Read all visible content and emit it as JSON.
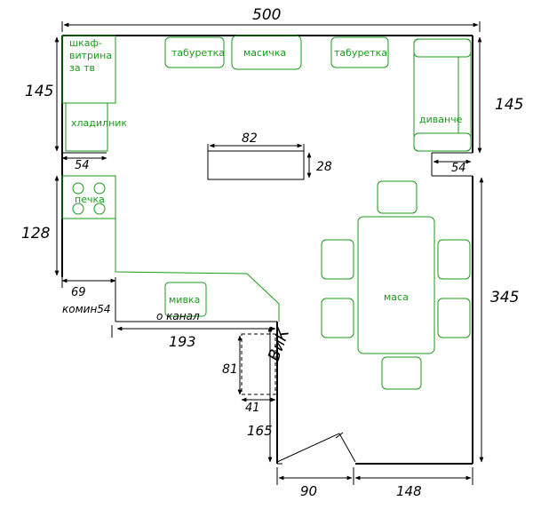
{
  "dimensions": {
    "top_width": "500",
    "left_upper": "145",
    "right_upper": "145",
    "fridge_width": "54",
    "sofa_depth": "54",
    "beam_length": "82",
    "beam_depth": "28",
    "left_middle": "128",
    "left_lower": "69",
    "chimney": "комин54",
    "channel": "о канал",
    "bottom_counter": "193",
    "right_long": "345",
    "niche_height": "81",
    "niche_width": "41",
    "bottom_left_depth": "165",
    "door_width": "90",
    "bottom_right": "148"
  },
  "furniture": {
    "cabinet": "шкаф-витрина за тв",
    "fridge": "хладилник",
    "stool_left": "табуретка",
    "coffee_table": "масичка",
    "stool_right": "табуретка",
    "sofa": "диванче",
    "stove": "печка",
    "sink": "мивка",
    "dining_table": "маса"
  },
  "niche_label": "ВиК"
}
